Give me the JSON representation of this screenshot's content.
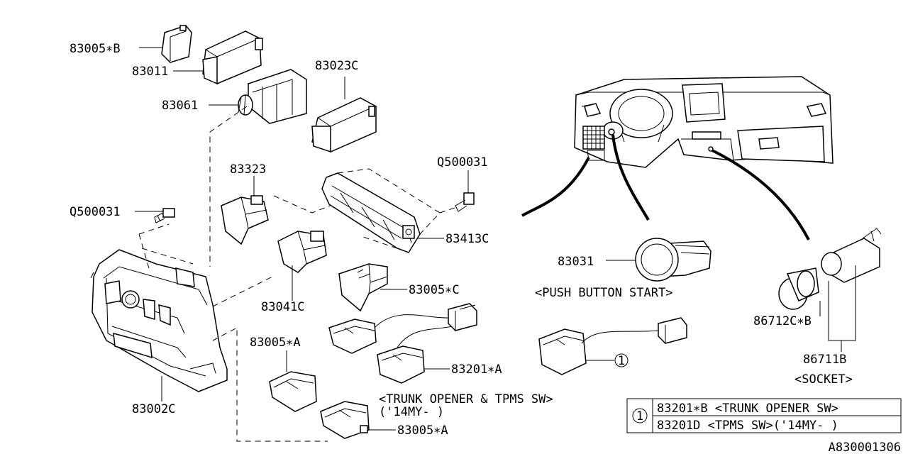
{
  "labels": {
    "p83005b": "83005∗B",
    "p83011": "83011",
    "p83061": "83061",
    "p83023c": "83023C",
    "p83323": "83323",
    "q500031_left": "Q500031",
    "q500031_right": "Q500031",
    "p83413c": "83413C",
    "p83041c": "83041C",
    "p83005c": "83005∗C",
    "p83005a_top": "83005∗A",
    "p83201a": "83201∗A",
    "p83002c": "83002C",
    "p83005a_bottom": "83005∗A",
    "p83031": "83031",
    "push_button_start": "<PUSH  BUTTON START>",
    "trunk_opener_note": "<TRUNK OPENER & TPMS SW>",
    "my14_note": "('14MY- )",
    "p86712cb": "86712C∗B",
    "p86711b": "86711B",
    "socket_note": "<SOCKET>",
    "callout_marker": "1",
    "diagram_id": "A830001306"
  },
  "legend": {
    "marker": "1",
    "rows": [
      "83201∗B <TRUNK OPENER SW>",
      "83201D  <TPMS SW>('14MY-  )"
    ]
  }
}
